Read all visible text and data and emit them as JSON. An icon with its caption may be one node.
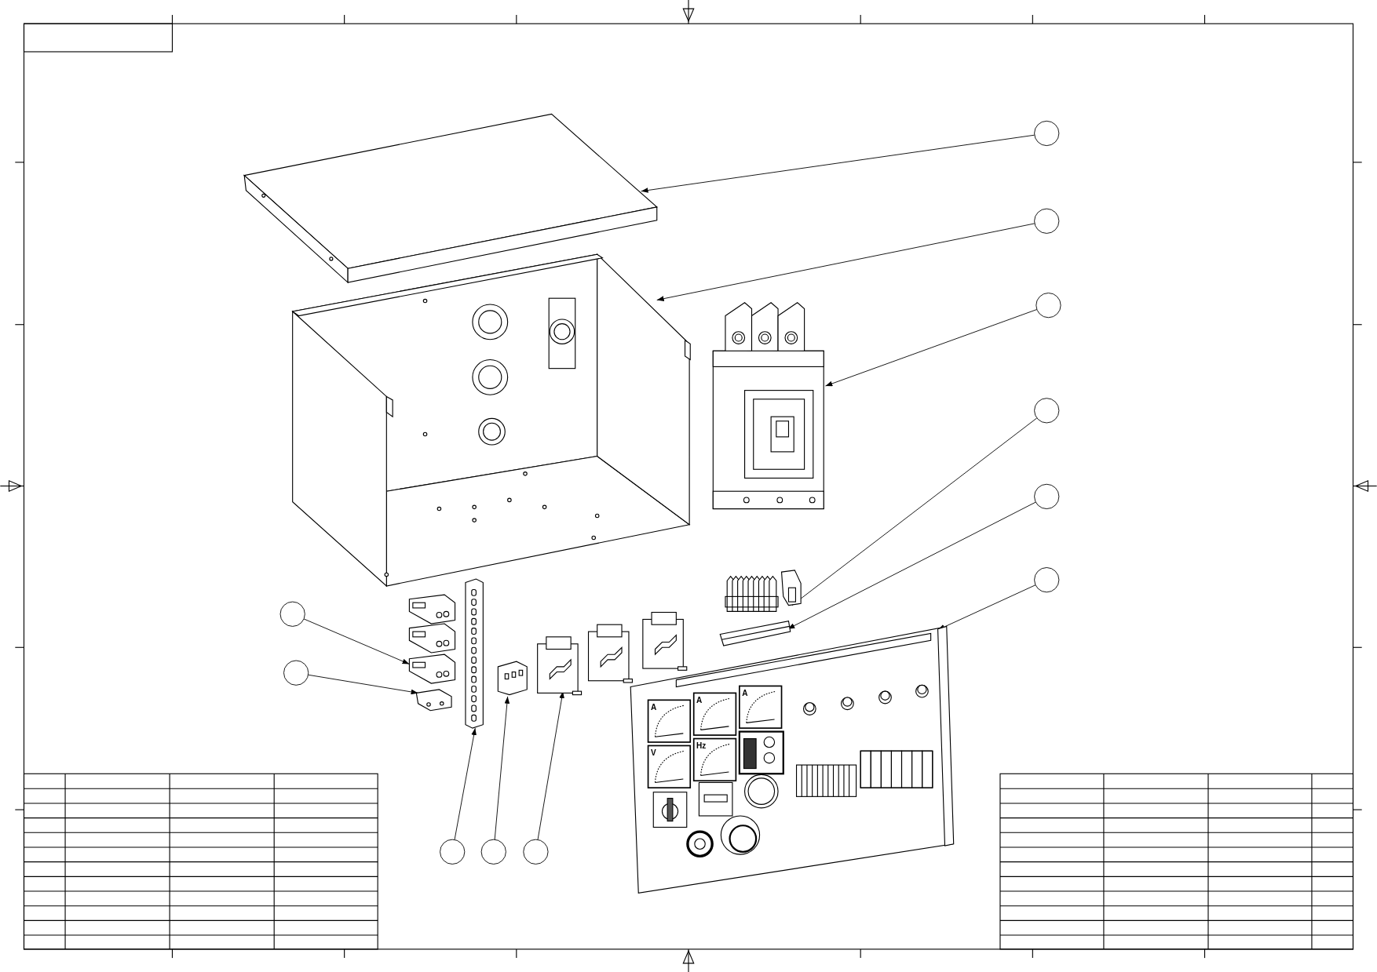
{
  "diagram": {
    "nodes": [
      {
        "text": [],
        "shape": "circle"
      },
      {
        "text": [],
        "shape": "circle"
      },
      {
        "text": [],
        "shape": "circle"
      },
      {
        "text": [],
        "shape": "circle"
      },
      {
        "text": [],
        "shape": "circle"
      },
      {
        "text": [],
        "shape": "circle"
      },
      {
        "text": [],
        "shape": "circle"
      },
      {
        "text": [],
        "shape": "circle"
      },
      {
        "text": [],
        "shape": "circle"
      },
      {
        "text": [],
        "shape": "circle"
      },
      {
        "text": [],
        "shape": "circle"
      },
      {
        "text": [],
        "shape": "picture"
      },
      {
        "text": [],
        "shape": "picture"
      },
      {
        "text": [],
        "shape": "picture"
      },
      {
        "text": [],
        "shape": "picture"
      },
      {
        "text": [],
        "shape": "picture"
      },
      {
        "text": [],
        "shape": "picture"
      },
      {
        "text": [],
        "shape": "picture"
      },
      {
        "text": [],
        "shape": "picture"
      },
      {
        "text": [],
        "shape": "picture"
      },
      {
        "text": [],
        "shape": "picture"
      },
      {
        "text": [],
        "shape": "picture"
      }
    ],
    "edges": [
      {
        "from": 0,
        "to": 11,
        "arrow": "to"
      },
      {
        "from": 1,
        "to": 12,
        "arrow": "to"
      },
      {
        "from": 2,
        "to": 13,
        "arrow": "to"
      },
      {
        "from": 3,
        "to": 14,
        "arrow": "to"
      },
      {
        "from": 4,
        "to": 15,
        "arrow": "to"
      },
      {
        "from": 5,
        "to": 16,
        "arrow": "to"
      },
      {
        "from": 6,
        "to": 17,
        "arrow": "to"
      },
      {
        "from": 7,
        "to": 18,
        "arrow": "to"
      },
      {
        "from": 8,
        "to": 19,
        "arrow": "to"
      },
      {
        "from": 9,
        "to": 20,
        "arrow": "to"
      },
      {
        "from": 10,
        "to": 21,
        "arrow": "to"
      }
    ],
    "labels": [
      "A",
      "A",
      "A",
      "V",
      "Hz"
    ]
  }
}
